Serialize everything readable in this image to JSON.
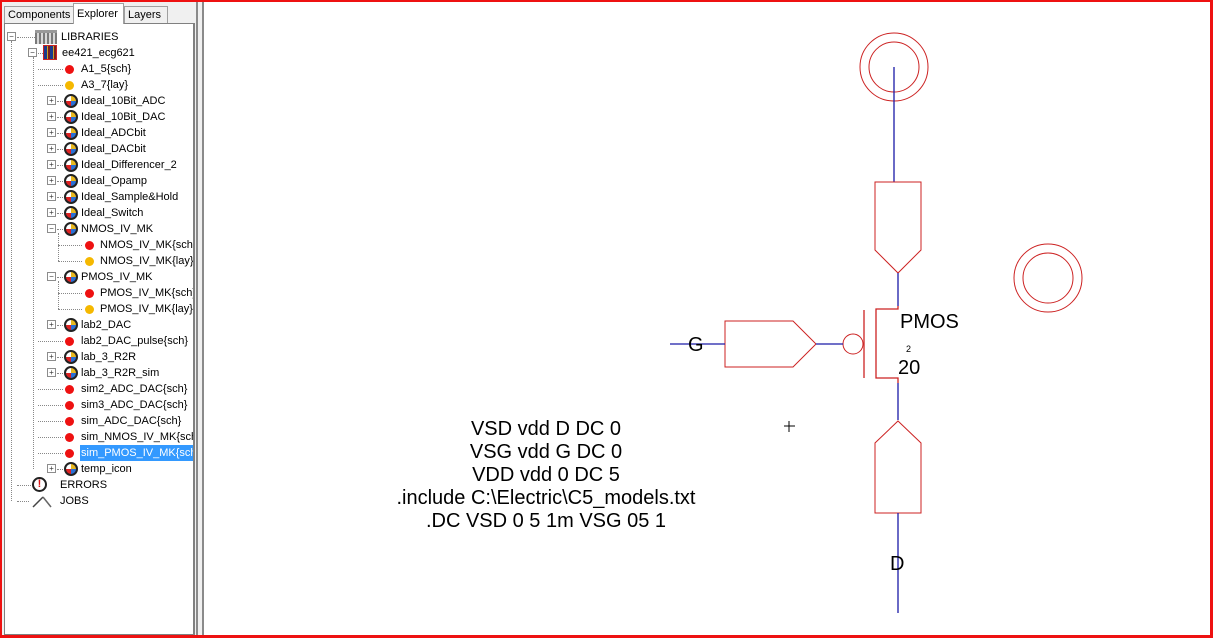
{
  "tabs": [
    {
      "label": "Components",
      "active": false
    },
    {
      "label": "Explorer",
      "active": true
    },
    {
      "label": "Layers",
      "active": false
    }
  ],
  "tree": {
    "root": {
      "label": "LIBRARIES",
      "icon": "libraries-icon"
    },
    "library": {
      "label": "ee421_ecg621",
      "icon": "library-book-icon"
    },
    "items": [
      {
        "label": "A1_5{sch}",
        "type": "sch",
        "level": 2
      },
      {
        "label": "A3_7{lay}",
        "type": "lay",
        "level": 2
      },
      {
        "label": "Ideal_10Bit_ADC",
        "type": "cell",
        "level": 2,
        "expander": "+"
      },
      {
        "label": "Ideal_10Bit_DAC",
        "type": "cell",
        "level": 2,
        "expander": "+"
      },
      {
        "label": "Ideal_ADCbit",
        "type": "cell",
        "level": 2,
        "expander": "+"
      },
      {
        "label": "Ideal_DACbit",
        "type": "cell",
        "level": 2,
        "expander": "+"
      },
      {
        "label": "Ideal_Differencer_2",
        "type": "cell",
        "level": 2,
        "expander": "+"
      },
      {
        "label": "Ideal_Opamp",
        "type": "cell",
        "level": 2,
        "expander": "+"
      },
      {
        "label": "Ideal_Sample&Hold",
        "type": "cell",
        "level": 2,
        "expander": "+"
      },
      {
        "label": "Ideal_Switch",
        "type": "cell",
        "level": 2,
        "expander": "+"
      },
      {
        "label": "NMOS_IV_MK",
        "type": "cell",
        "level": 2,
        "expander": "-"
      },
      {
        "label": "NMOS_IV_MK{sch}",
        "type": "sch",
        "level": 3
      },
      {
        "label": "NMOS_IV_MK{lay}",
        "type": "lay",
        "level": 3
      },
      {
        "label": "PMOS_IV_MK",
        "type": "cell",
        "level": 2,
        "expander": "-"
      },
      {
        "label": "PMOS_IV_MK{sch}",
        "type": "sch",
        "level": 3
      },
      {
        "label": "PMOS_IV_MK{lay}",
        "type": "lay",
        "level": 3
      },
      {
        "label": "lab2_DAC",
        "type": "cell",
        "level": 2,
        "expander": "+"
      },
      {
        "label": "lab2_DAC_pulse{sch}",
        "type": "sch",
        "level": 2
      },
      {
        "label": "lab_3_R2R",
        "type": "cell",
        "level": 2,
        "expander": "+"
      },
      {
        "label": "lab_3_R2R_sim",
        "type": "cell",
        "level": 2,
        "expander": "+"
      },
      {
        "label": "sim2_ADC_DAC{sch}",
        "type": "sch",
        "level": 2
      },
      {
        "label": "sim3_ADC_DAC{sch}",
        "type": "sch",
        "level": 2
      },
      {
        "label": "sim_ADC_DAC{sch}",
        "type": "sch",
        "level": 2
      },
      {
        "label": "sim_NMOS_IV_MK{sch}",
        "type": "sch",
        "level": 2
      },
      {
        "label": "sim_PMOS_IV_MK{sch}",
        "type": "sch",
        "level": 2,
        "selected": true
      },
      {
        "label": "temp_icon",
        "type": "cell",
        "level": 2,
        "expander": "+"
      }
    ],
    "errors": {
      "label": "ERRORS",
      "icon": "error-icon"
    },
    "jobs": {
      "label": "JOBS",
      "icon": "jobs-icon"
    }
  },
  "schematic": {
    "transistor_label": "PMOS",
    "transistor_width": "20",
    "transistor_length": "2",
    "gate_pin_label": "G",
    "drain_pin_label": "D",
    "netlist": [
      "VSD vdd D DC 0",
      "VSG vdd G DC 0",
      "VDD vdd 0 DC 5",
      ".include C:\\Electric\\C5_models.txt",
      ".DC VSD 0 5 1m VSG 05 1"
    ],
    "colors": {
      "outline": "#cc2222",
      "wire": "#1a1aa8",
      "frame": "#ee1111",
      "selection": "#3399ff"
    }
  }
}
